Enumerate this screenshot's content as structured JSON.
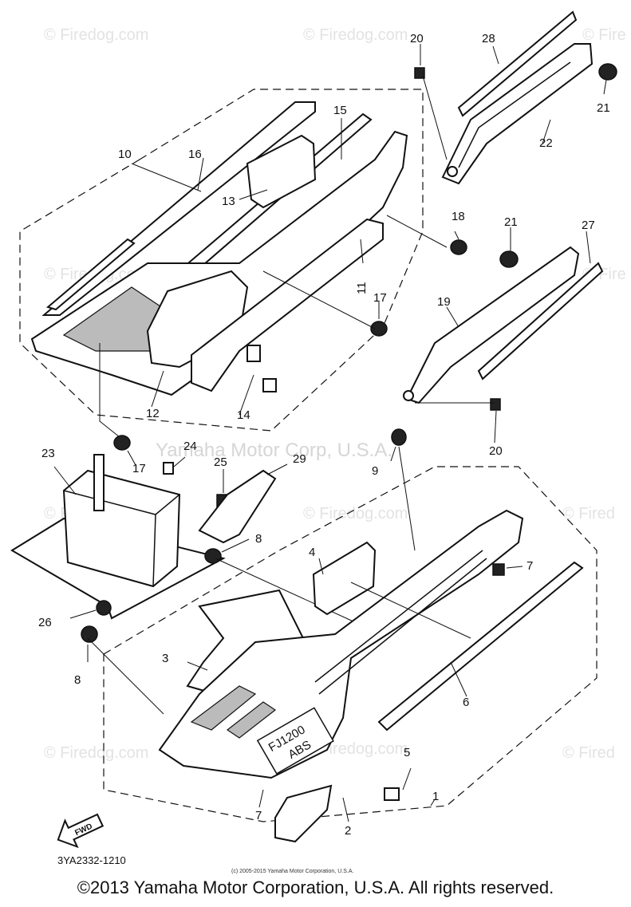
{
  "watermarks": {
    "firedog": "© Firedog.com",
    "firedog_partial": "© Fired",
    "firedog_edge": "© Fire",
    "yamaha_overlay": "Yamaha Motor Corp, U.S.A."
  },
  "callouts": [
    {
      "id": "1",
      "text": "1"
    },
    {
      "id": "2",
      "text": "2"
    },
    {
      "id": "3",
      "text": "3"
    },
    {
      "id": "4",
      "text": "4"
    },
    {
      "id": "5",
      "text": "5"
    },
    {
      "id": "6",
      "text": "6"
    },
    {
      "id": "7a",
      "text": "7"
    },
    {
      "id": "7b",
      "text": "7"
    },
    {
      "id": "8a",
      "text": "8"
    },
    {
      "id": "8b",
      "text": "8"
    },
    {
      "id": "9",
      "text": "9"
    },
    {
      "id": "10",
      "text": "10"
    },
    {
      "id": "11",
      "text": "11"
    },
    {
      "id": "12",
      "text": "12"
    },
    {
      "id": "13",
      "text": "13"
    },
    {
      "id": "14",
      "text": "14"
    },
    {
      "id": "15",
      "text": "15"
    },
    {
      "id": "16",
      "text": "16"
    },
    {
      "id": "17a",
      "text": "17"
    },
    {
      "id": "17b",
      "text": "17"
    },
    {
      "id": "18",
      "text": "18"
    },
    {
      "id": "19",
      "text": "19"
    },
    {
      "id": "20a",
      "text": "20"
    },
    {
      "id": "20b",
      "text": "20"
    },
    {
      "id": "21a",
      "text": "21"
    },
    {
      "id": "21b",
      "text": "21"
    },
    {
      "id": "22",
      "text": "22"
    },
    {
      "id": "23",
      "text": "23"
    },
    {
      "id": "24",
      "text": "24"
    },
    {
      "id": "25",
      "text": "25"
    },
    {
      "id": "26",
      "text": "26"
    },
    {
      "id": "27",
      "text": "27"
    },
    {
      "id": "28",
      "text": "28"
    },
    {
      "id": "29",
      "text": "29"
    }
  ],
  "fwd_label": "FWD",
  "badge_text": {
    "line1": "FJ1200",
    "line2": "ABS"
  },
  "diagram_code": "3YA2332-1210",
  "fine_print": "(c) 2005-2015 Yamaha Motor Corporation, U.S.A.",
  "copyright": "©2013 Yamaha Motor Corporation, U.S.A. All rights reserved."
}
